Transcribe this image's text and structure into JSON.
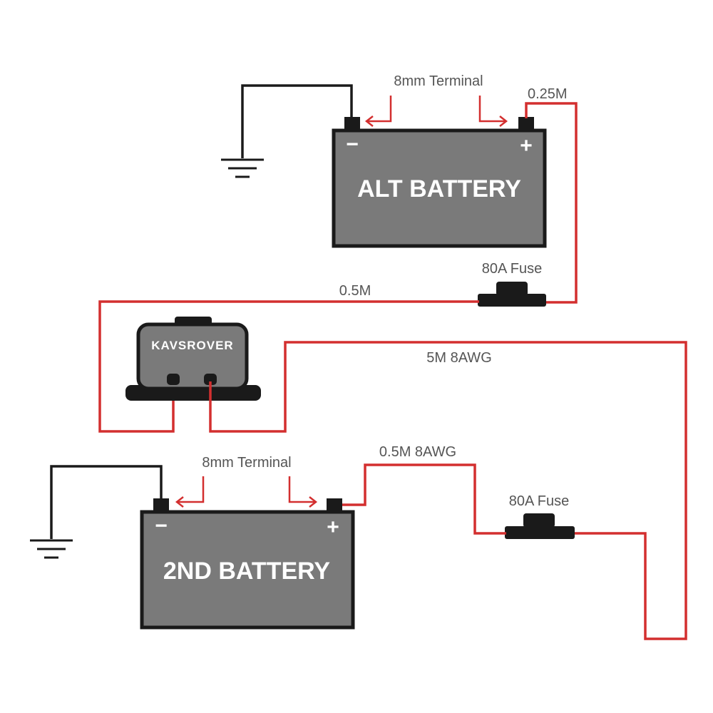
{
  "alt_battery": {
    "title": "ALT BATTERY",
    "neg_sign": "−",
    "pos_sign": "+",
    "terminal_label": "8mm Terminal"
  },
  "second_battery": {
    "title": "2ND BATTERY",
    "neg_sign": "−",
    "pos_sign": "+",
    "terminal_label": "8mm Terminal"
  },
  "charger": {
    "brand": "KAVSROVER"
  },
  "wires": {
    "alt_pos_to_fuse": "0.25M",
    "fuse_to_charger": "0.5M",
    "charger_to_fuse": "5M 8AWG",
    "second_pos_to_fuse": "0.5M 8AWG"
  },
  "fuses": {
    "top_fuse": "80A Fuse",
    "bottom_fuse": "80A Fuse"
  },
  "colors": {
    "wire_positive": "#d32f2f",
    "wire_ground": "#1a1a1a",
    "battery_fill": "#7a7a7a",
    "battery_border": "#1a1a1a",
    "label_text": "#555555"
  }
}
